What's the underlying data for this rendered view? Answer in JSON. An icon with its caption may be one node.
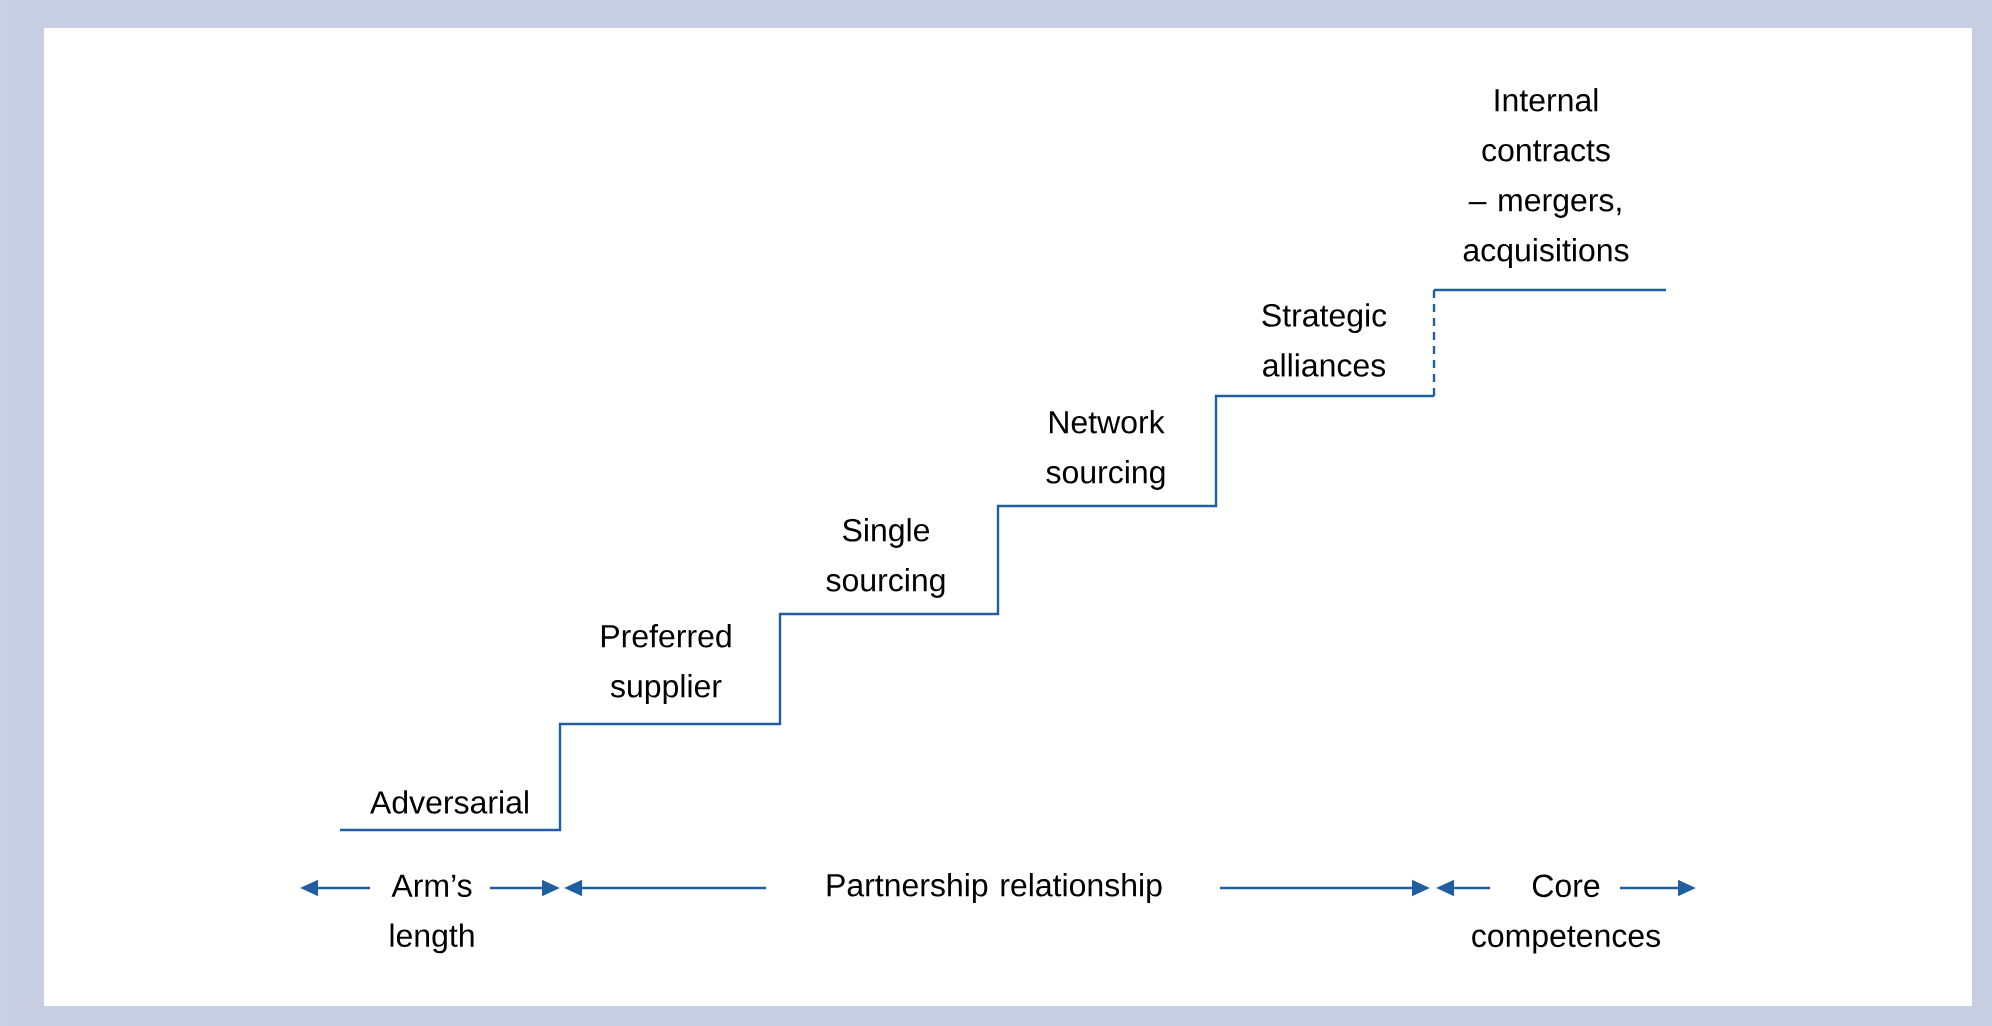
{
  "diagram": {
    "labels": [
      "Internal contracts – mergers, acquisitions",
      "Strategic alliances",
      "Network sourcing",
      "Single sourcing",
      "Preferred supplier",
      "Adversarial",
      "Arm’s length",
      "Partnership relationship",
      "Core competences"
    ]
  }
}
